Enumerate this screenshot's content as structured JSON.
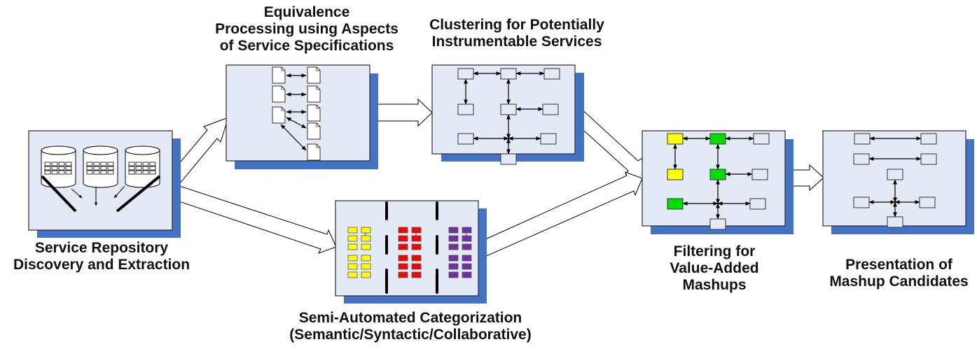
{
  "colors": {
    "panel_fill": "#e3e9f5",
    "panel_border": "#2b2b2b",
    "shadow": "#4472c4",
    "arrow_fill": "#ffffff",
    "node_fill": "#e3e9f5",
    "yellow": "#ffff00",
    "green": "#00e000",
    "red": "#ff0000",
    "purple": "#7030a0",
    "line": "#000000"
  },
  "stages": [
    {
      "id": "repository",
      "lines": [
        "Service Repository",
        "Discovery and Extraction"
      ],
      "icon": "database-cylinders"
    },
    {
      "id": "equivalence",
      "lines": [
        "Equivalence",
        "Processing using Aspects",
        "of Service Specifications"
      ],
      "icon": "document-pairs"
    },
    {
      "id": "clustering",
      "lines": [
        "Clustering for Potentially",
        "Instrumentable Services"
      ],
      "icon": "node-graph"
    },
    {
      "id": "categorization",
      "lines": [
        "Semi-Automated Categorization",
        "(Semantic/Syntactic/Collaborative)"
      ],
      "icon": "colored-category-columns"
    },
    {
      "id": "filtering",
      "lines": [
        "Filtering for",
        "Value-Added",
        "Mashups"
      ],
      "icon": "highlighted-node-graph"
    },
    {
      "id": "presentation",
      "lines": [
        "Presentation of",
        "Mashup Candidates"
      ],
      "icon": "candidate-graph"
    }
  ],
  "flows": [
    {
      "from": "repository",
      "to": "equivalence"
    },
    {
      "from": "repository",
      "to": "categorization"
    },
    {
      "from": "equivalence",
      "to": "clustering"
    },
    {
      "from": "clustering",
      "to": "filtering"
    },
    {
      "from": "categorization",
      "to": "filtering"
    },
    {
      "from": "filtering",
      "to": "presentation"
    }
  ],
  "categories": [
    {
      "name": "yellow-category",
      "color": "#ffff00"
    },
    {
      "name": "red-category",
      "color": "#ff0000"
    },
    {
      "name": "purple-category",
      "color": "#7030a0"
    }
  ],
  "filtering_node_states": {
    "yellow": [
      "top-left",
      "mid-left"
    ],
    "green": [
      "top-center",
      "mid-center",
      "bottom-left"
    ]
  }
}
